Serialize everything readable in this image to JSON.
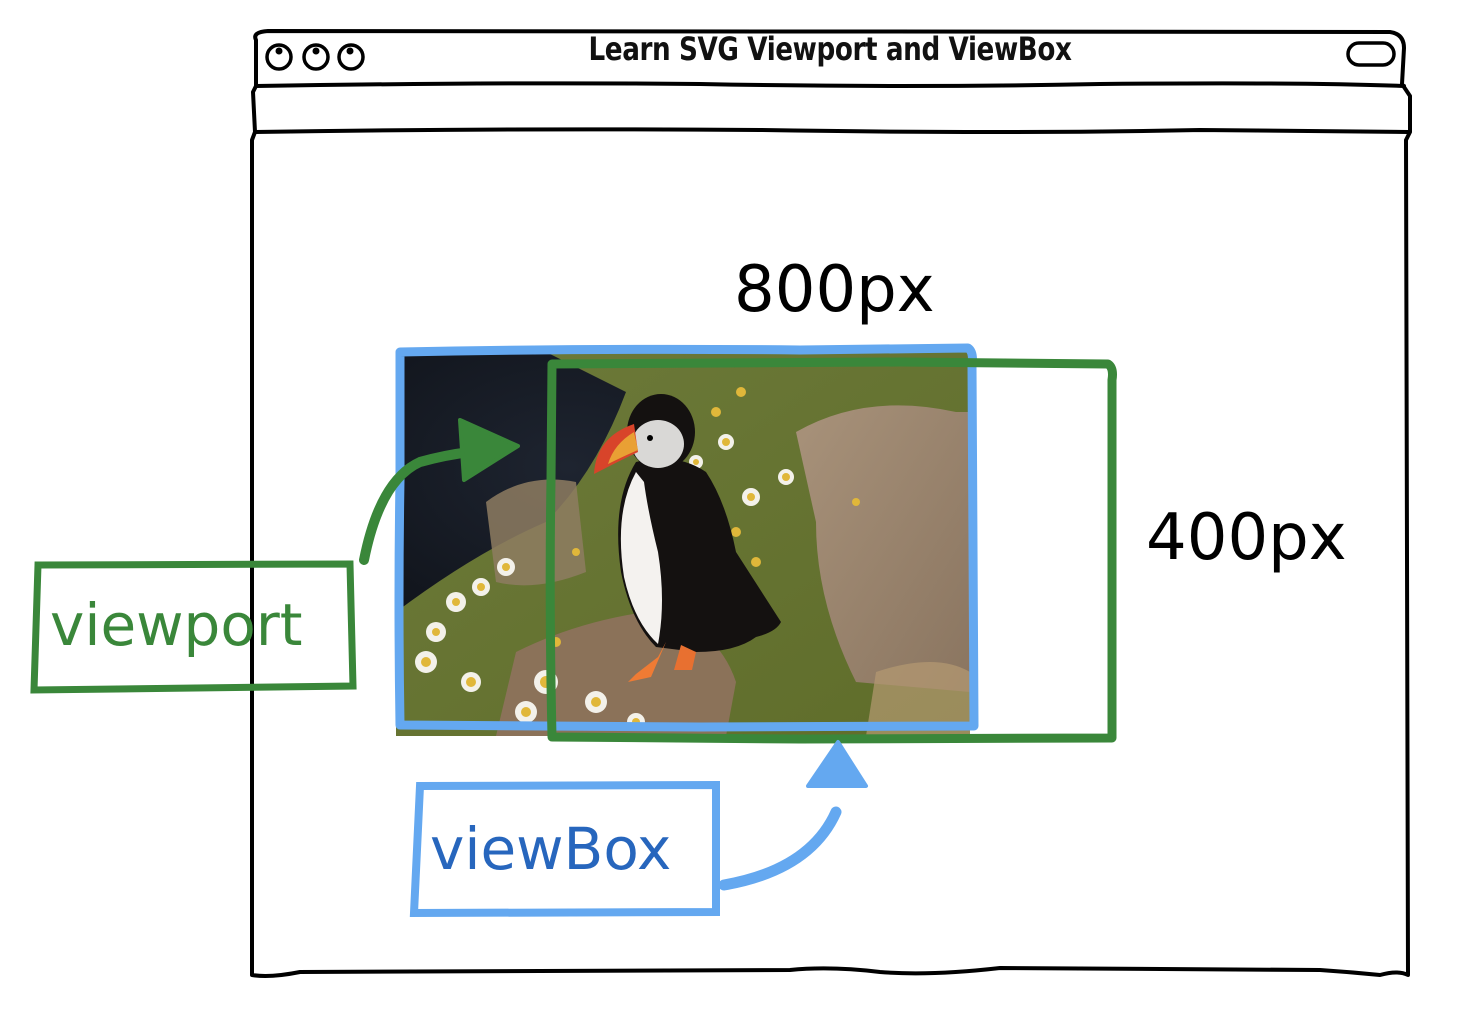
{
  "window": {
    "title": "Learn SVG Viewport and ViewBox",
    "traffic_lights": [
      "circle-1",
      "circle-2",
      "circle-3"
    ],
    "right_control": "pill-button"
  },
  "diagram": {
    "width_label": "800px",
    "height_label": "400px",
    "viewport_label": "viewport",
    "viewbox_label": "viewBox",
    "image_subject": "Atlantic puffin standing on a rock among daisies",
    "colors": {
      "viewport": "#3a873a",
      "viewbox_border": "#64a8f0",
      "viewbox_text": "#2766bd",
      "ink": "#000000"
    }
  }
}
